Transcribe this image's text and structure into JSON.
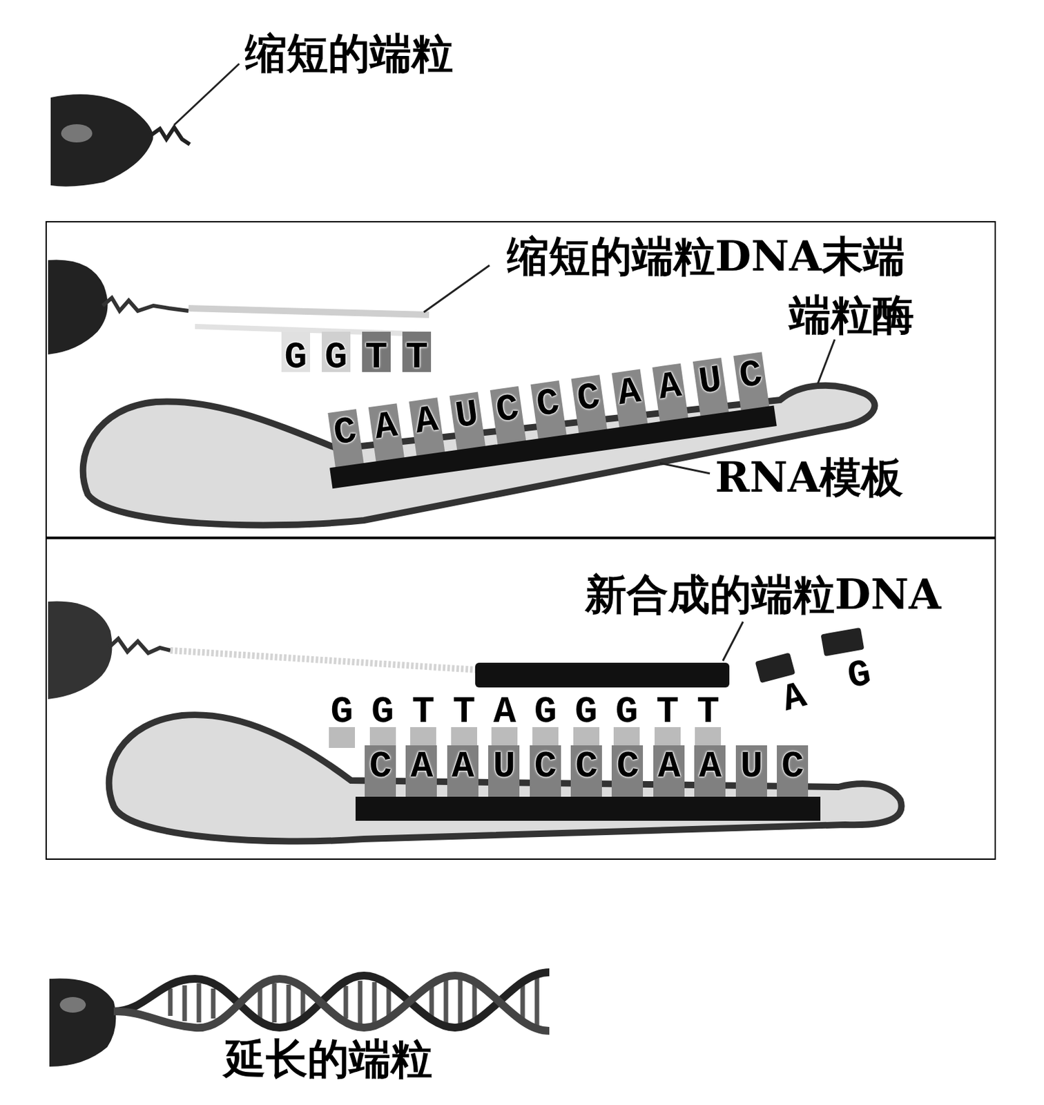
{
  "diagram": {
    "nodes": [
      {
        "text": [
          "缩短的端粒DNA末端",
          "端粒酶",
          "G G T T",
          "C A A U C C C A A U C",
          "RNA模板"
        ]
      },
      {
        "text": [
          "新合成的端粒DNA",
          "G G T T A G G G T T",
          "A",
          "G",
          "C A A U C C C A A U C"
        ]
      }
    ],
    "labels": [
      "缩短的端粒",
      "延长的端粒"
    ]
  }
}
